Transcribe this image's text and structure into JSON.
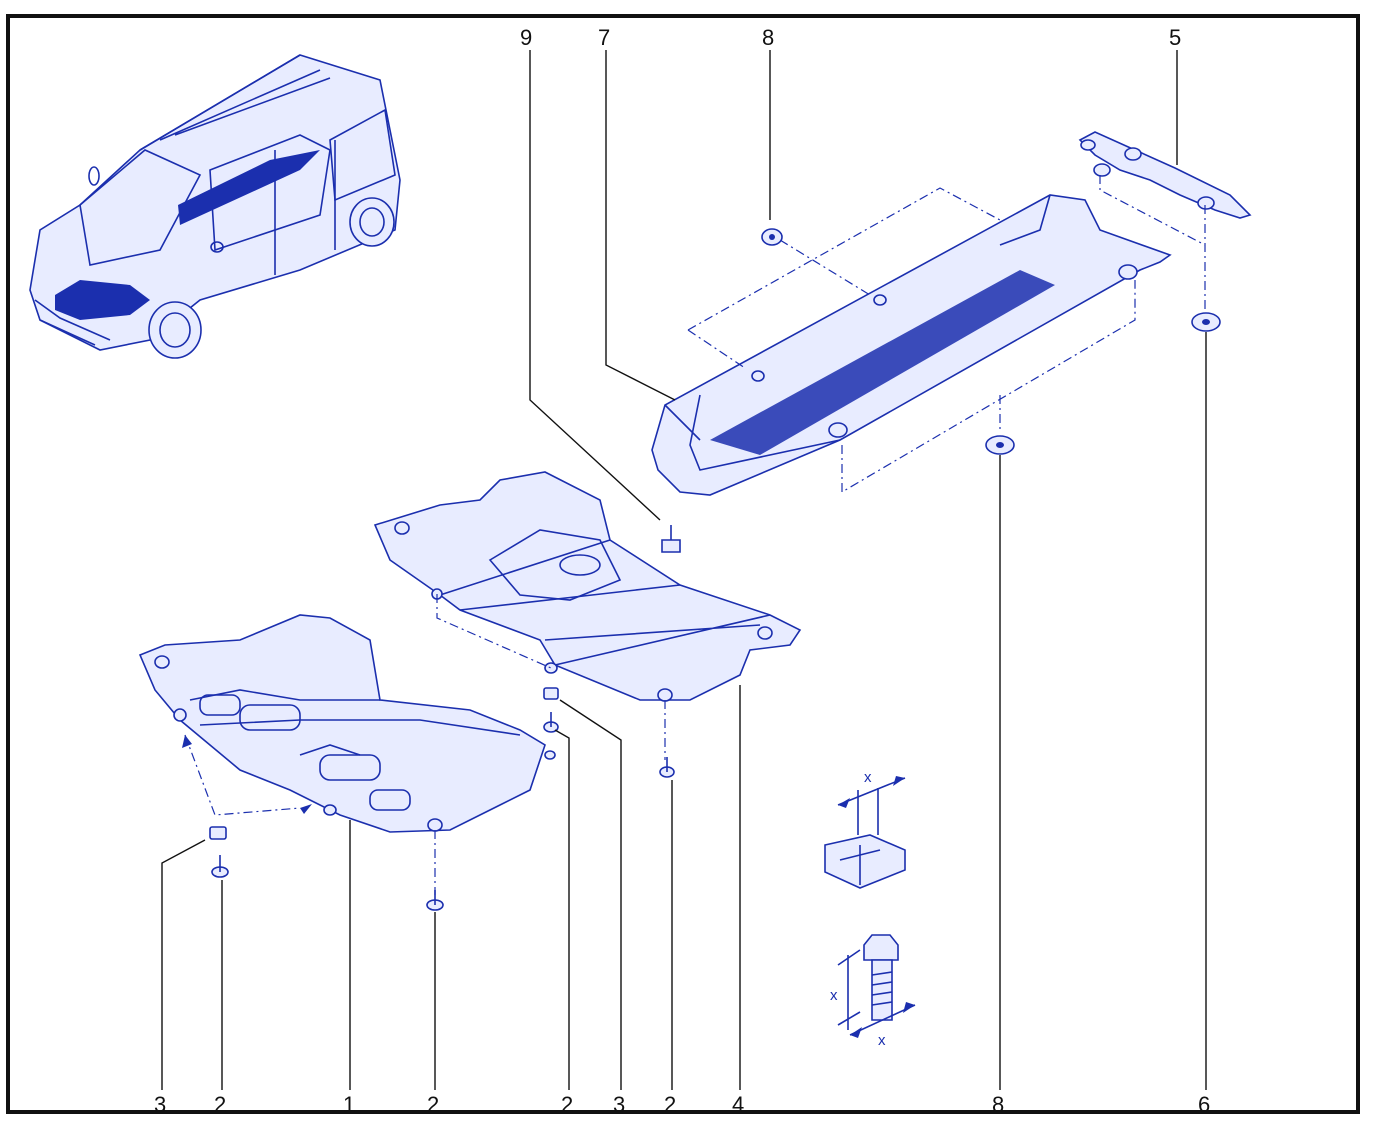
{
  "labels": {
    "top_9": "9",
    "top_7": "7",
    "top_8": "8",
    "top_5": "5",
    "bottom_3a": "3",
    "bottom_2a": "2",
    "bottom_1": "1",
    "bottom_2b": "2",
    "bottom_2c": "2",
    "bottom_3b": "3",
    "bottom_2d": "2",
    "bottom_4": "4",
    "bottom_8": "8",
    "bottom_6": "6"
  },
  "dimension_marks": {
    "clip_x": "x",
    "bolt_x_left": "x",
    "bolt_x_bottom": "x"
  },
  "colors": {
    "ink": "#1b2fae",
    "fill": "#e8ecff",
    "leader": "#111111",
    "frame": "#111111"
  }
}
